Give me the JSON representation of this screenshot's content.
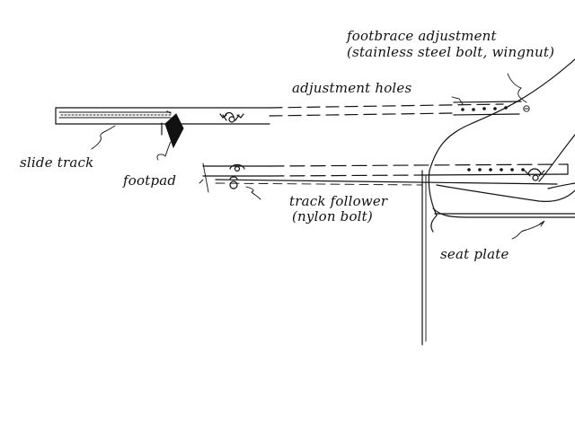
{
  "labels": {
    "footbrace_line1": "footbrace adjustment",
    "footbrace_line2": "(stainless steel bolt, wingnut)",
    "adjustment_holes": "adjustment holes",
    "slide_track": "slide track",
    "footpad": "footpad",
    "track_follower_line1": "track follower",
    "track_follower_line2": "(nylon bolt)",
    "seat_plate": "seat plate"
  },
  "colors": {
    "ink": "#111111",
    "background": "#ffffff"
  }
}
